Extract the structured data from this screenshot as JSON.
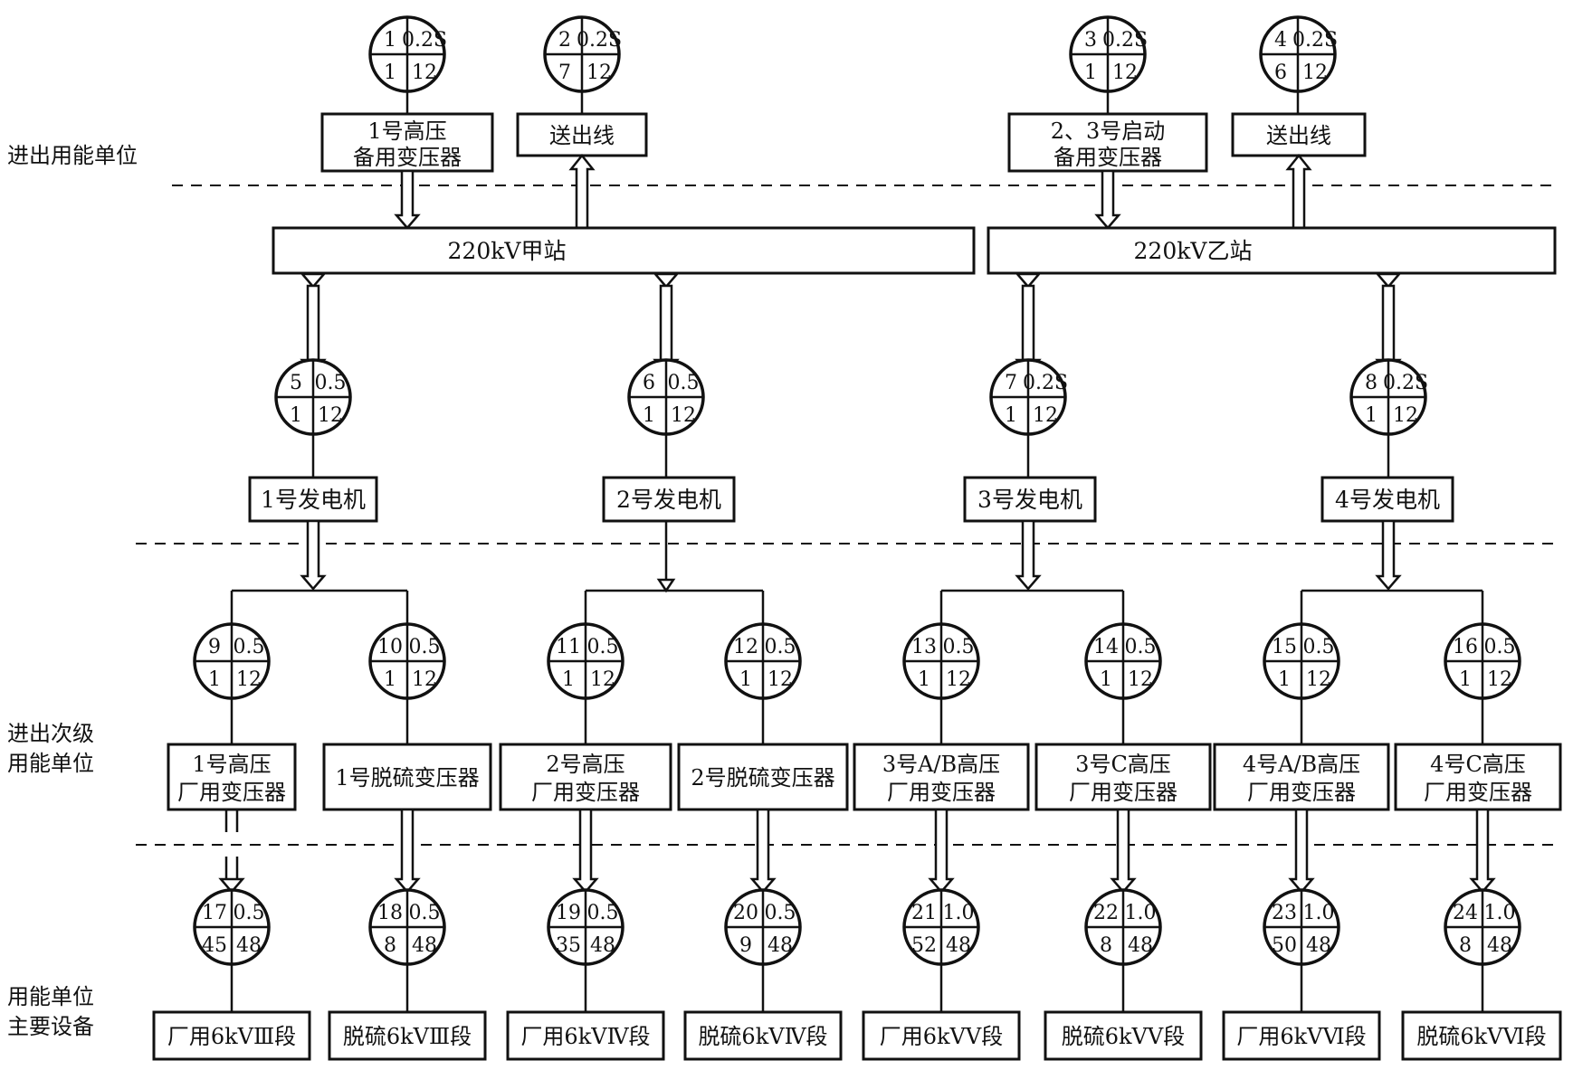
{
  "left_labels": {
    "top": "进出用能单位",
    "middle": [
      "进出次级",
      "用能单位"
    ],
    "bottom": [
      "用能单位",
      "主要设备"
    ]
  },
  "top_boxes": [
    {
      "id": "standby1",
      "lines": [
        "1号高压",
        "备用变压器"
      ]
    },
    {
      "id": "out1",
      "lines": [
        "送出线"
      ]
    },
    {
      "id": "standby23",
      "lines": [
        "2、3号启动",
        "备用变压器"
      ]
    },
    {
      "id": "out2",
      "lines": [
        "送出线"
      ]
    }
  ],
  "stations": [
    {
      "id": "A",
      "label": "220kV甲站"
    },
    {
      "id": "B",
      "label": "220kV乙站"
    }
  ],
  "generators": [
    {
      "id": "g1",
      "label": "1号发电机"
    },
    {
      "id": "g2",
      "label": "2号发电机"
    },
    {
      "id": "g3",
      "label": "3号发电机"
    },
    {
      "id": "g4",
      "label": "4号发电机"
    }
  ],
  "transformers": [
    {
      "id": "t1",
      "lines": [
        "1号高压",
        "厂用变压器"
      ]
    },
    {
      "id": "t2",
      "lines": [
        "1号脱硫变压器"
      ]
    },
    {
      "id": "t3",
      "lines": [
        "2号高压",
        "厂用变压器"
      ]
    },
    {
      "id": "t4",
      "lines": [
        "2号脱硫变压器"
      ]
    },
    {
      "id": "t5",
      "lines": [
        "3号A/B高压",
        "厂用变压器"
      ]
    },
    {
      "id": "t6",
      "lines": [
        "3号C高压",
        "厂用变压器"
      ]
    },
    {
      "id": "t7",
      "lines": [
        "4号A/B高压",
        "厂用变压器"
      ]
    },
    {
      "id": "t8",
      "lines": [
        "4号C高压",
        "厂用变压器"
      ]
    }
  ],
  "equipment": [
    {
      "id": "e1",
      "label": "厂用6kVⅢ段"
    },
    {
      "id": "e2",
      "label": "脱硫6kVⅢ段"
    },
    {
      "id": "e3",
      "label": "厂用6kVⅣ段"
    },
    {
      "id": "e4",
      "label": "脱硫6kVⅣ段"
    },
    {
      "id": "e5",
      "label": "厂用6kVⅤ段"
    },
    {
      "id": "e6",
      "label": "脱硫6kVⅤ段"
    },
    {
      "id": "e7",
      "label": "厂用6kVⅥ段"
    },
    {
      "id": "e8",
      "label": "脱硫6kVⅥ段"
    }
  ],
  "meters": [
    {
      "n": "1",
      "cls": "0.2S",
      "a": "1",
      "b": "12"
    },
    {
      "n": "2",
      "cls": "0.2S",
      "a": "7",
      "b": "12"
    },
    {
      "n": "3",
      "cls": "0.2S",
      "a": "1",
      "b": "12"
    },
    {
      "n": "4",
      "cls": "0.2S",
      "a": "6",
      "b": "12"
    },
    {
      "n": "5",
      "cls": "0.5",
      "a": "1",
      "b": "12"
    },
    {
      "n": "6",
      "cls": "0.5",
      "a": "1",
      "b": "12"
    },
    {
      "n": "7",
      "cls": "0.2S",
      "a": "1",
      "b": "12"
    },
    {
      "n": "8",
      "cls": "0.2S",
      "a": "1",
      "b": "12"
    },
    {
      "n": "9",
      "cls": "0.5",
      "a": "1",
      "b": "12"
    },
    {
      "n": "10",
      "cls": "0.5",
      "a": "1",
      "b": "12"
    },
    {
      "n": "11",
      "cls": "0.5",
      "a": "1",
      "b": "12"
    },
    {
      "n": "12",
      "cls": "0.5",
      "a": "1",
      "b": "12"
    },
    {
      "n": "13",
      "cls": "0.5",
      "a": "1",
      "b": "12"
    },
    {
      "n": "14",
      "cls": "0.5",
      "a": "1",
      "b": "12"
    },
    {
      "n": "15",
      "cls": "0.5",
      "a": "1",
      "b": "12"
    },
    {
      "n": "16",
      "cls": "0.5",
      "a": "1",
      "b": "12"
    },
    {
      "n": "17",
      "cls": "0.5",
      "a": "45",
      "b": "48"
    },
    {
      "n": "18",
      "cls": "0.5",
      "a": "8",
      "b": "48"
    },
    {
      "n": "19",
      "cls": "0.5",
      "a": "35",
      "b": "48"
    },
    {
      "n": "20",
      "cls": "0.5",
      "a": "9",
      "b": "48"
    },
    {
      "n": "21",
      "cls": "1.0",
      "a": "52",
      "b": "48"
    },
    {
      "n": "22",
      "cls": "1.0",
      "a": "8",
      "b": "48"
    },
    {
      "n": "23",
      "cls": "1.0",
      "a": "50",
      "b": "48"
    },
    {
      "n": "24",
      "cls": "1.0",
      "a": "8",
      "b": "48"
    }
  ]
}
